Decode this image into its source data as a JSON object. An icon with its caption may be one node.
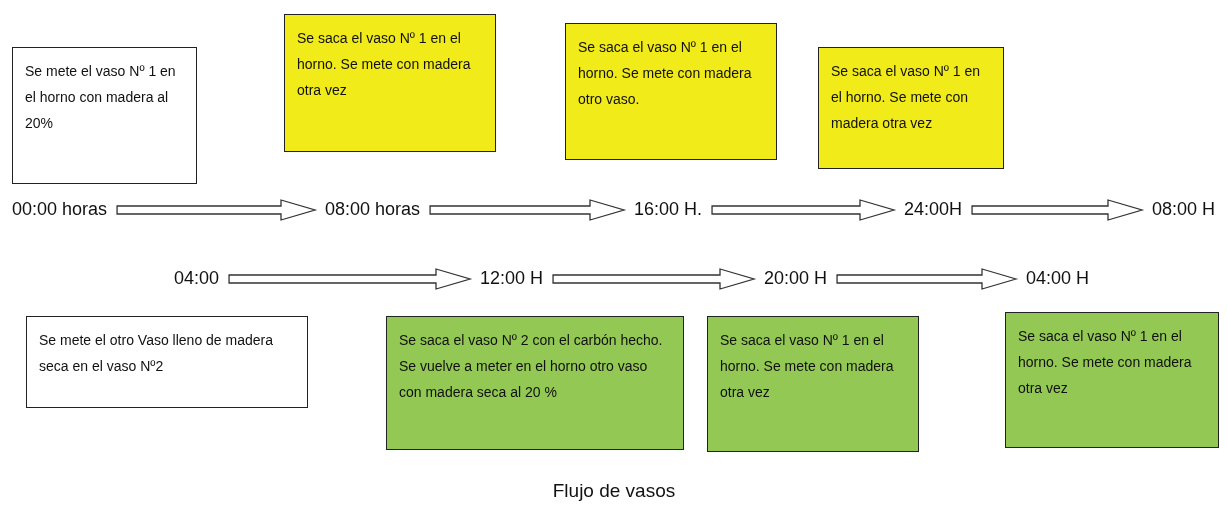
{
  "diagram": {
    "caption": "Flujo de vasos",
    "nodes": [
      {
        "text": [
          "Se mete el vaso Nº 1 en el horno con madera al 20%"
        ]
      },
      {
        "text": [
          "Se saca el vaso Nº 1 en el horno. Se mete con madera otra vez"
        ]
      },
      {
        "text": [
          "Se saca el vaso Nº 1 en el horno. Se mete con madera otro vaso."
        ]
      },
      {
        "text": [
          "Se saca el vaso Nº 1 en el horno. Se mete con madera otra vez"
        ]
      },
      {
        "text": [
          "00:00 horas"
        ]
      },
      {
        "text": [
          "08:00 horas"
        ]
      },
      {
        "text": [
          "16:00 H."
        ]
      },
      {
        "text": [
          "24:00H"
        ]
      },
      {
        "text": [
          "08:00 H"
        ]
      },
      {
        "text": [
          "04:00"
        ]
      },
      {
        "text": [
          "12:00 H"
        ]
      },
      {
        "text": [
          "20:00 H"
        ]
      },
      {
        "text": [
          "04:00 H"
        ]
      },
      {
        "text": [
          "Se mete el otro Vaso lleno de madera seca en el vaso Nº2"
        ]
      },
      {
        "text": [
          "Se saca el vaso Nº 2 con el carbón hecho. Se vuelve a meter en el horno otro vaso con madera seca al 20 %"
        ]
      },
      {
        "text": [
          "Se saca el vaso Nº 1 en el horno. Se mete con madera otra vez"
        ]
      },
      {
        "text": [
          "Se saca el vaso Nº 1 en el horno. Se mete con madera otra vez"
        ]
      }
    ],
    "edges": [
      {
        "from": 4,
        "to": 5,
        "arrow": "to"
      },
      {
        "from": 5,
        "to": 6,
        "arrow": "to"
      },
      {
        "from": 6,
        "to": 7,
        "arrow": "to"
      },
      {
        "from": 7,
        "to": 8,
        "arrow": "to"
      },
      {
        "from": 9,
        "to": 10,
        "arrow": "to"
      },
      {
        "from": 10,
        "to": 11,
        "arrow": "to"
      },
      {
        "from": 11,
        "to": 12,
        "arrow": "to"
      }
    ]
  }
}
